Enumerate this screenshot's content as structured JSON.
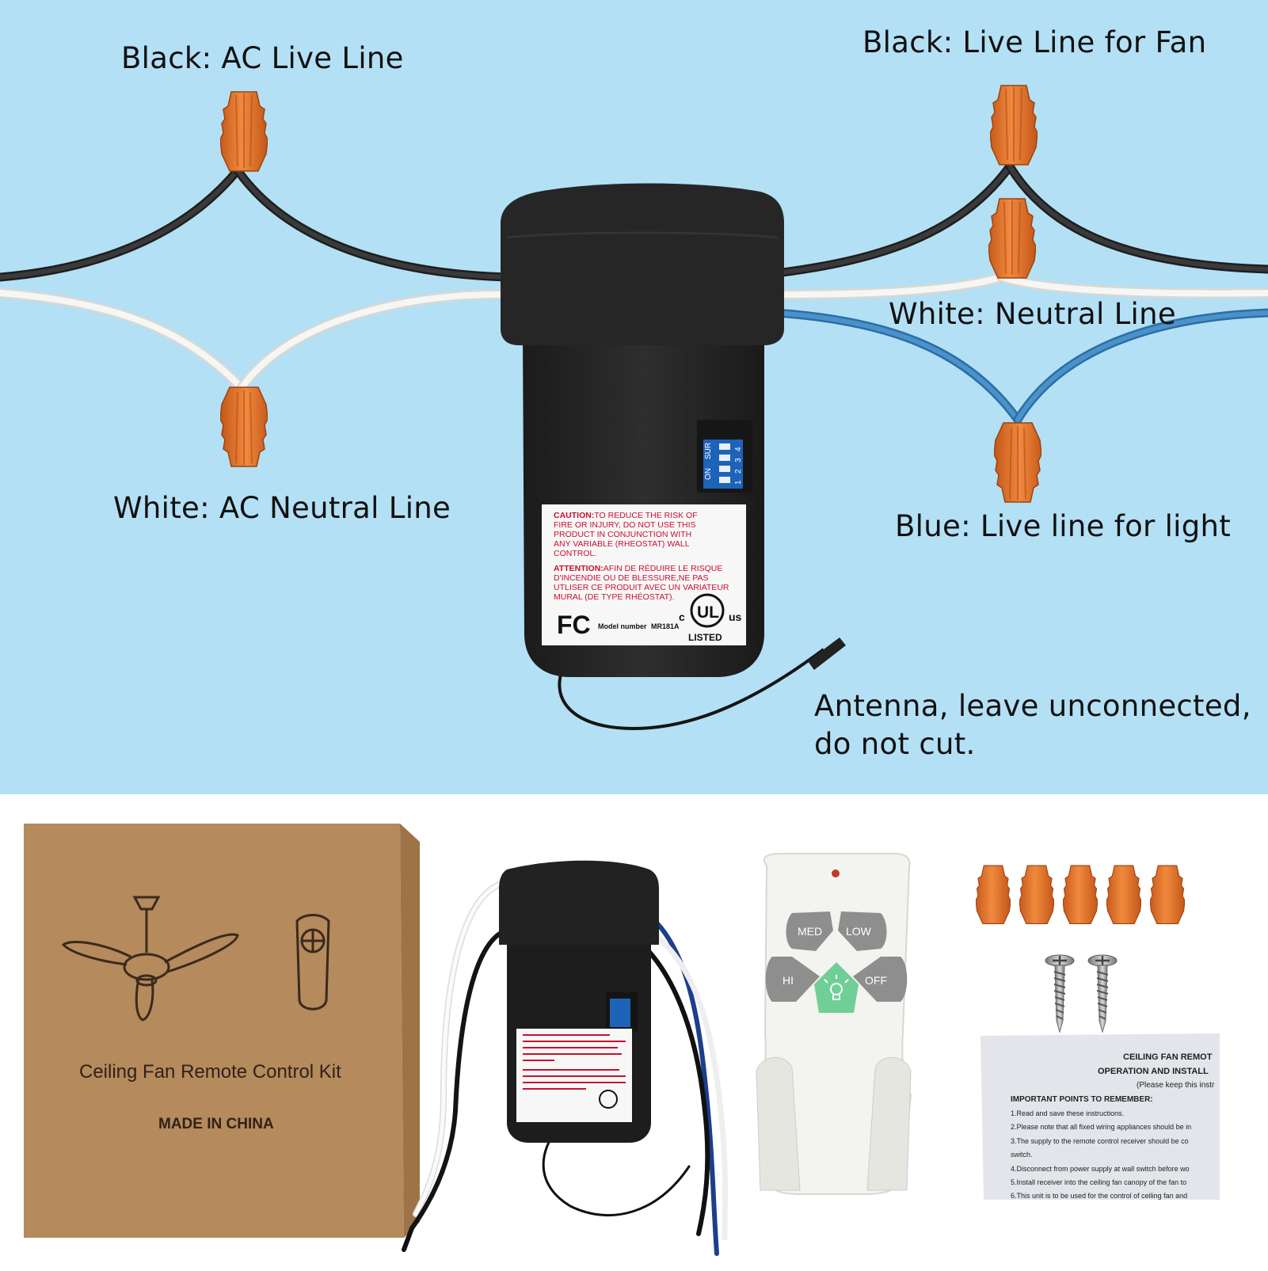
{
  "labels": {
    "black_ac_live": "Black: AC Live Line",
    "black_fan_live": "Black: Live Line for Fan",
    "white_neutral": "White: Neutral Line",
    "white_ac_neutral": "White: AC Neutral Line",
    "blue_light_live": "Blue: Live line for light",
    "antenna_line1": "Antenna, leave unconnected,",
    "antenna_line2": "do not cut."
  },
  "receiver_label": {
    "caution_head": "CAUTION:",
    "caution_lines": [
      "TO REDUCE THE RISK OF",
      "FIRE OR INJURY, DO NOT USE THIS",
      "PRODUCT IN CONJUNCTION WITH",
      "ANY VARIABLE (RHEOSTAT) WALL",
      "CONTROL."
    ],
    "attention_head": "ATTENTION:",
    "attention_lines": [
      "AFIN DE RÉDUIRE LE RISQUE",
      "D'INCENDIE OU DE BLESSURE,NE PAS",
      "UTLISER CE PRODUIT AVEC UN VARIATEUR",
      "MURAL (DE TYPE RHÉOSTAT)."
    ],
    "fcc": "FC",
    "model_label": "Model number",
    "model_number": "MR181A",
    "ul_c": "c",
    "ul_mark": "UL",
    "ul_us": "us",
    "ul_listed": "LISTED",
    "dip_on": "ON",
    "dip_sur": "SUR",
    "dip_numbers": [
      "1",
      "2",
      "3",
      "4"
    ]
  },
  "box": {
    "title": "Ceiling Fan Remote Control Kit",
    "made_in": "MADE IN CHINA"
  },
  "remote": {
    "buttons": {
      "med": "MED",
      "low": "LOW",
      "hi": "HI",
      "off": "OFF"
    }
  },
  "manual": {
    "title_line1": "CEILING FAN REMOT",
    "title_line2": "OPERATION AND INSTALL",
    "note": "(Please keep this instr",
    "heading": "IMPORTANT POINTS TO REMEMBER:",
    "items": [
      "1.Read and save these instructions.",
      "2.Please note that all fixed wiring appliances should be in",
      "3.The supply to the remote control receiver should be co",
      "switch.",
      "4.Disconnect from power supply at wall switch before wo",
      "5.Install receiver into the ceiling fan canopy of the fan to",
      "6.This unit is to be used for the control of ceiling fan and"
    ]
  },
  "colors": {
    "background_top": "#b3e0f4",
    "wire_black": "#2b2b2b",
    "wire_white": "#f4f4f2",
    "wire_blue": "#3d83bb",
    "connector_orange": "#e2712a",
    "caution_red": "#c8102e",
    "box_brown": "#b58a5c",
    "remote_green": "#6fcf97"
  }
}
